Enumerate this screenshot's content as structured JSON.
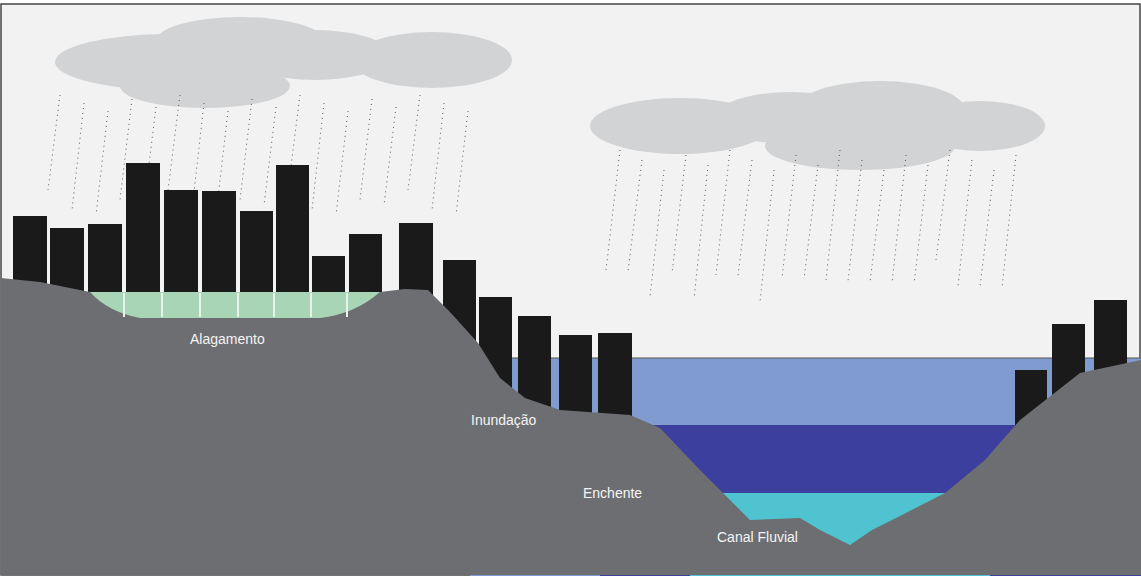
{
  "diagram": {
    "labels": [
      "Alagamento",
      "Inundação",
      "Enchente",
      "Canal Fluvial"
    ]
  }
}
